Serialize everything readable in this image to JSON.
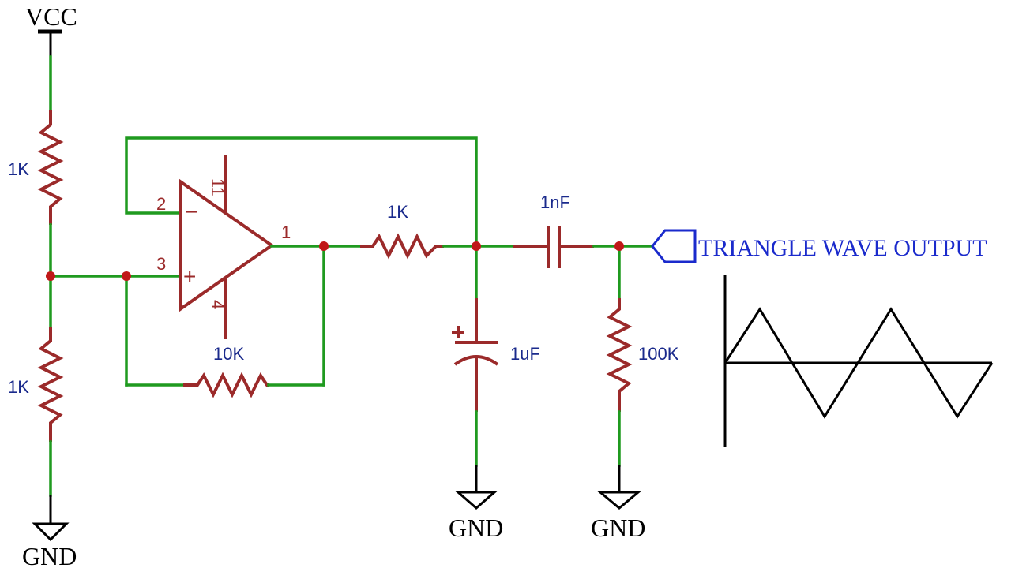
{
  "labels": {
    "vcc": "VCC",
    "gnd_left": "GND",
    "gnd_cap": "GND",
    "gnd_res": "GND",
    "r_top": "1K",
    "r_bottom": "1K",
    "r_feedback": "10K",
    "r_series": "1K",
    "c_coupling": "1nF",
    "c_timing": "1uF",
    "r_load": "100K",
    "output": "TRIANGLE WAVE OUTPUT"
  },
  "opamp_pins": {
    "inv": "2",
    "noninv": "3",
    "out": "1",
    "vpos": "11",
    "vneg": "4",
    "minus": "−",
    "plus": "+"
  },
  "colors": {
    "wire": "#1f9a1f",
    "component": "#9b2a2a",
    "node": "#c01818",
    "label": "#1a2a8c",
    "output_label": "#1a2acc"
  }
}
